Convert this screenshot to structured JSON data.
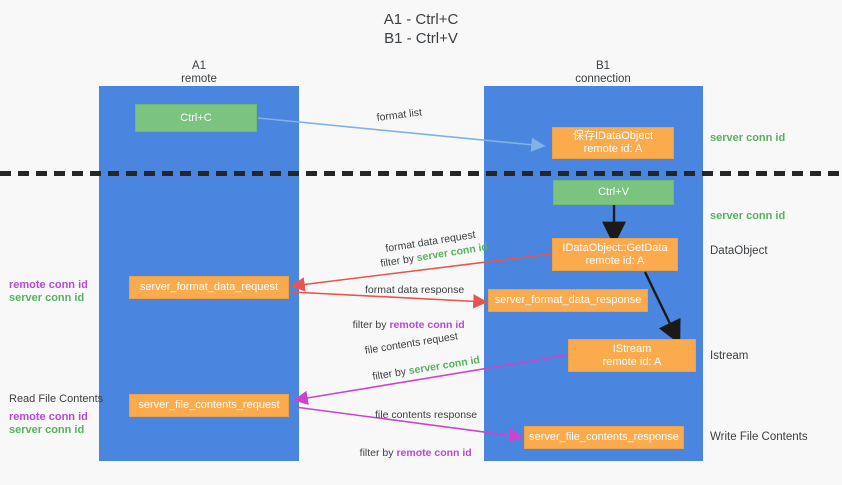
{
  "title": "A1 - Ctrl+C\nB1 - Ctrl+V",
  "columns": {
    "left": "A1\nremote",
    "right": "B1\nconnection"
  },
  "boxes": {
    "ctrl_c": "Ctrl+C",
    "save_idataobject": "保存IDataObject\nremote id: A",
    "ctrl_v": "Ctrl+V",
    "getdata": "IDataObject::GetData\nremote id: A",
    "server_format_data_request": "server_format_data_request",
    "server_format_data_response": "server_format_data_response",
    "istream": "IStream\nremote id: A",
    "server_file_contents_request": "server_file_contents_request",
    "server_file_contents_response": "server_file_contents_response"
  },
  "annotations": {
    "format_list": "format list",
    "format_data_request": "format data request",
    "format_data_request_filter_prefix": "filter by ",
    "format_data_request_filter_value": "server conn id",
    "format_data_response": "format data response",
    "format_data_response_filter_prefix": "filter by ",
    "format_data_response_filter_value": "remote conn id",
    "file_contents_request": "file contents request",
    "file_contents_request_filter_prefix": "filter by ",
    "file_contents_request_filter_value": "server conn id",
    "file_contents_response": "file contents response",
    "file_contents_response_filter_prefix": "filter by ",
    "file_contents_response_filter_value": "remote conn id"
  },
  "right_labels": {
    "server_conn_id_top": "server conn id",
    "server_conn_id_mid": "server conn id",
    "dataobject": "DataObject",
    "istream": "Istream",
    "write_file_contents": "Write File Contents"
  },
  "left_labels": {
    "remote_conn_id_upper": "remote conn id",
    "server_conn_id_upper": "server conn id",
    "read_file_contents": "Read File Contents",
    "remote_conn_id_lower": "remote conn id",
    "server_conn_id_lower": "server conn id"
  },
  "colors": {
    "lane": "#4a86df",
    "green_box": "#7ac47f",
    "orange_box": "#fbaa4d",
    "green_text": "#57b25f",
    "purple_text": "#b44bd1",
    "light_blue_arrow": "#7fb2e5",
    "red_arrow": "#e8554e",
    "magenta_arrow": "#cc44cc",
    "black_arrow": "#1a1a1a",
    "background": "#f8f8f8"
  }
}
